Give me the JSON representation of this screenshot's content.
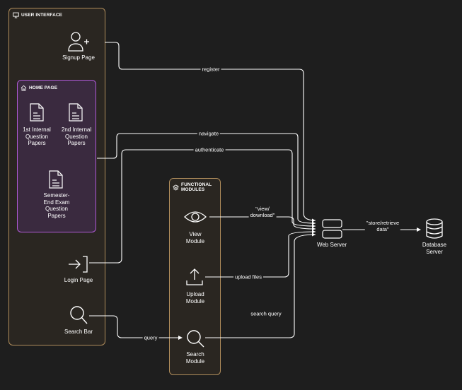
{
  "groups": {
    "user_interface": "USER INTERFACE",
    "home_page": "HOME PAGE",
    "functional_modules": "FUNCTIONAL\nMODULES"
  },
  "nodes": {
    "signup": "Signup Page",
    "first_internal": "1st Internal\nQuestion\nPapers",
    "second_internal": "2nd Internal\nQuestion\nPapers",
    "semester_end": "Semester-\nEnd Exam\nQuestion\nPapers",
    "login": "Login Page",
    "search_bar": "Search Bar",
    "view_module": "View\nModule",
    "upload_module": "Upload\nModule",
    "search_module": "Search\nModule",
    "web_server": "Web Server",
    "database_server": "Database\nServer"
  },
  "edges": {
    "register": "register",
    "navigate": "navigate",
    "authenticate": "authenticate",
    "view_download": "\"view/\ndownload\"",
    "upload_files": "upload files",
    "search_query": "search query",
    "query": "query",
    "store_retrieve": "\"store/retrieve\ndata\""
  },
  "icons": {
    "user_interface": "monitor-icon",
    "home_page": "home-icon",
    "functional_modules": "layers-icon",
    "signup": "user-plus-icon",
    "papers": "document-icon",
    "login": "login-arrow-icon",
    "search": "magnifier-icon",
    "view": "eye-icon",
    "upload": "upload-icon",
    "web_server": "server-icon",
    "database": "database-icon"
  },
  "colors": {
    "background": "#1e1e1e",
    "group_border": "#b08d5b",
    "home_border": "#b05ad6",
    "line": "#ffffff"
  }
}
